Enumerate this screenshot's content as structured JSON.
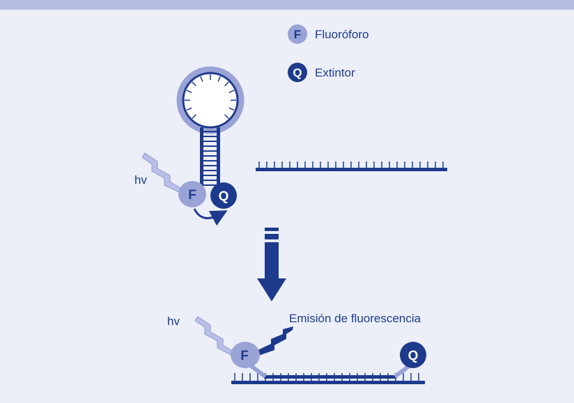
{
  "legend": {
    "fluorophore_symbol": "F",
    "fluorophore_label": "Fluoróforo",
    "quencher_symbol": "Q",
    "quencher_label": "Extintor"
  },
  "hairpin": {
    "excitation_label": "hv",
    "fluorophore_symbol": "F",
    "quencher_symbol": "Q"
  },
  "hybrid": {
    "excitation_label": "hv",
    "emission_label": "Emisión de fluorescencia",
    "fluorophore_symbol": "F",
    "quencher_symbol": "Q"
  },
  "colors": {
    "background": "#eceff8",
    "top_bar": "#b5bde2",
    "dark_blue": "#1d3a8c",
    "light_blue": "#9aa3d6",
    "pale_blue": "#b9bfe6"
  }
}
